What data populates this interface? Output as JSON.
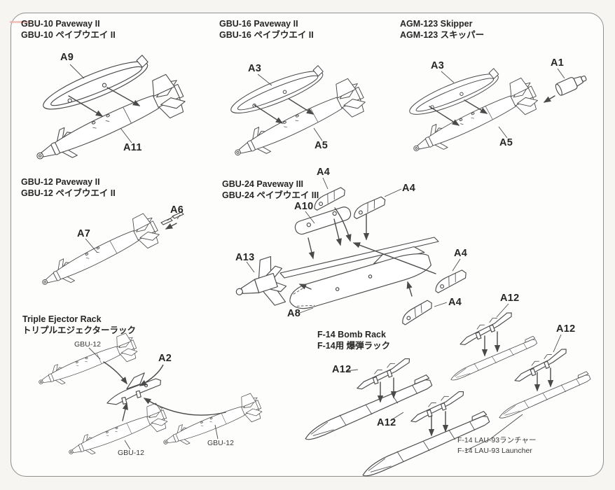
{
  "colors": {
    "bg": "#f6f5f2",
    "paper": "#fdfdfb",
    "frame": "#8f8f8f",
    "line": "#4a4a4a",
    "text": "#262626",
    "subtext": "#3a3a3a",
    "artifact": "#eeb3ab"
  },
  "sections": {
    "gbu10": {
      "en": "GBU-10 Paveway II",
      "jp": "GBU-10 ペイブウエイ II"
    },
    "gbu16": {
      "en": "GBU-16 Paveway II",
      "jp": "GBU-16 ペイブウエイ II"
    },
    "skipper": {
      "en": "AGM-123 Skipper",
      "jp": "AGM-123 スキッパー"
    },
    "gbu12": {
      "en": "GBU-12 Paveway II",
      "jp": "GBU-12 ペイブウエイ II"
    },
    "gbu24": {
      "en": "GBU-24 Paveway III",
      "jp": "GBU-24 ペイブウエイ III"
    },
    "ter": {
      "en": "Triple Ejector Rack",
      "jp": "トリプルエジェクターラック"
    },
    "f14rack": {
      "en": "F-14 Bomb Rack",
      "jp": "F-14用 爆弾ラック"
    },
    "lau93": {
      "jp": "F-14 LAU-93ランチャー",
      "en": "F-14 LAU-93 Launcher"
    }
  },
  "labels": [
    {
      "text": "A9"
    },
    {
      "text": "A11"
    },
    {
      "text": "A3"
    },
    {
      "text": "A5"
    },
    {
      "text": "A3"
    },
    {
      "text": "A1"
    },
    {
      "text": "A5"
    },
    {
      "text": "A6"
    },
    {
      "text": "A7"
    },
    {
      "text": "A4"
    },
    {
      "text": "A4"
    },
    {
      "text": "A10"
    },
    {
      "text": "A13"
    },
    {
      "text": "A8"
    },
    {
      "text": "A4"
    },
    {
      "text": "A4"
    },
    {
      "text": "A2"
    },
    {
      "text": "GBU-12"
    },
    {
      "text": "GBU-12"
    },
    {
      "text": "GBU-12"
    },
    {
      "text": "A12"
    },
    {
      "text": "A12"
    },
    {
      "text": "A12"
    },
    {
      "text": "A12"
    }
  ]
}
